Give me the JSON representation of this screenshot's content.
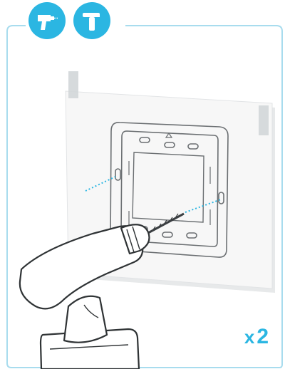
{
  "tools": [
    {
      "icon": "drill-icon",
      "label": ""
    },
    {
      "icon": "hammer-icon",
      "label": ""
    }
  ],
  "illustration": {
    "subject": "drilling-wall-mount-holes"
  },
  "count": {
    "prefix": "x",
    "value": "2"
  },
  "colors": {
    "accent": "#2bb6e2",
    "badge": "#2bb6e2",
    "frame_line": "#a8dcee",
    "dotted_line": "#2bb6e2",
    "paper": "#f6f6f6",
    "tape": "#d3d7d9"
  }
}
